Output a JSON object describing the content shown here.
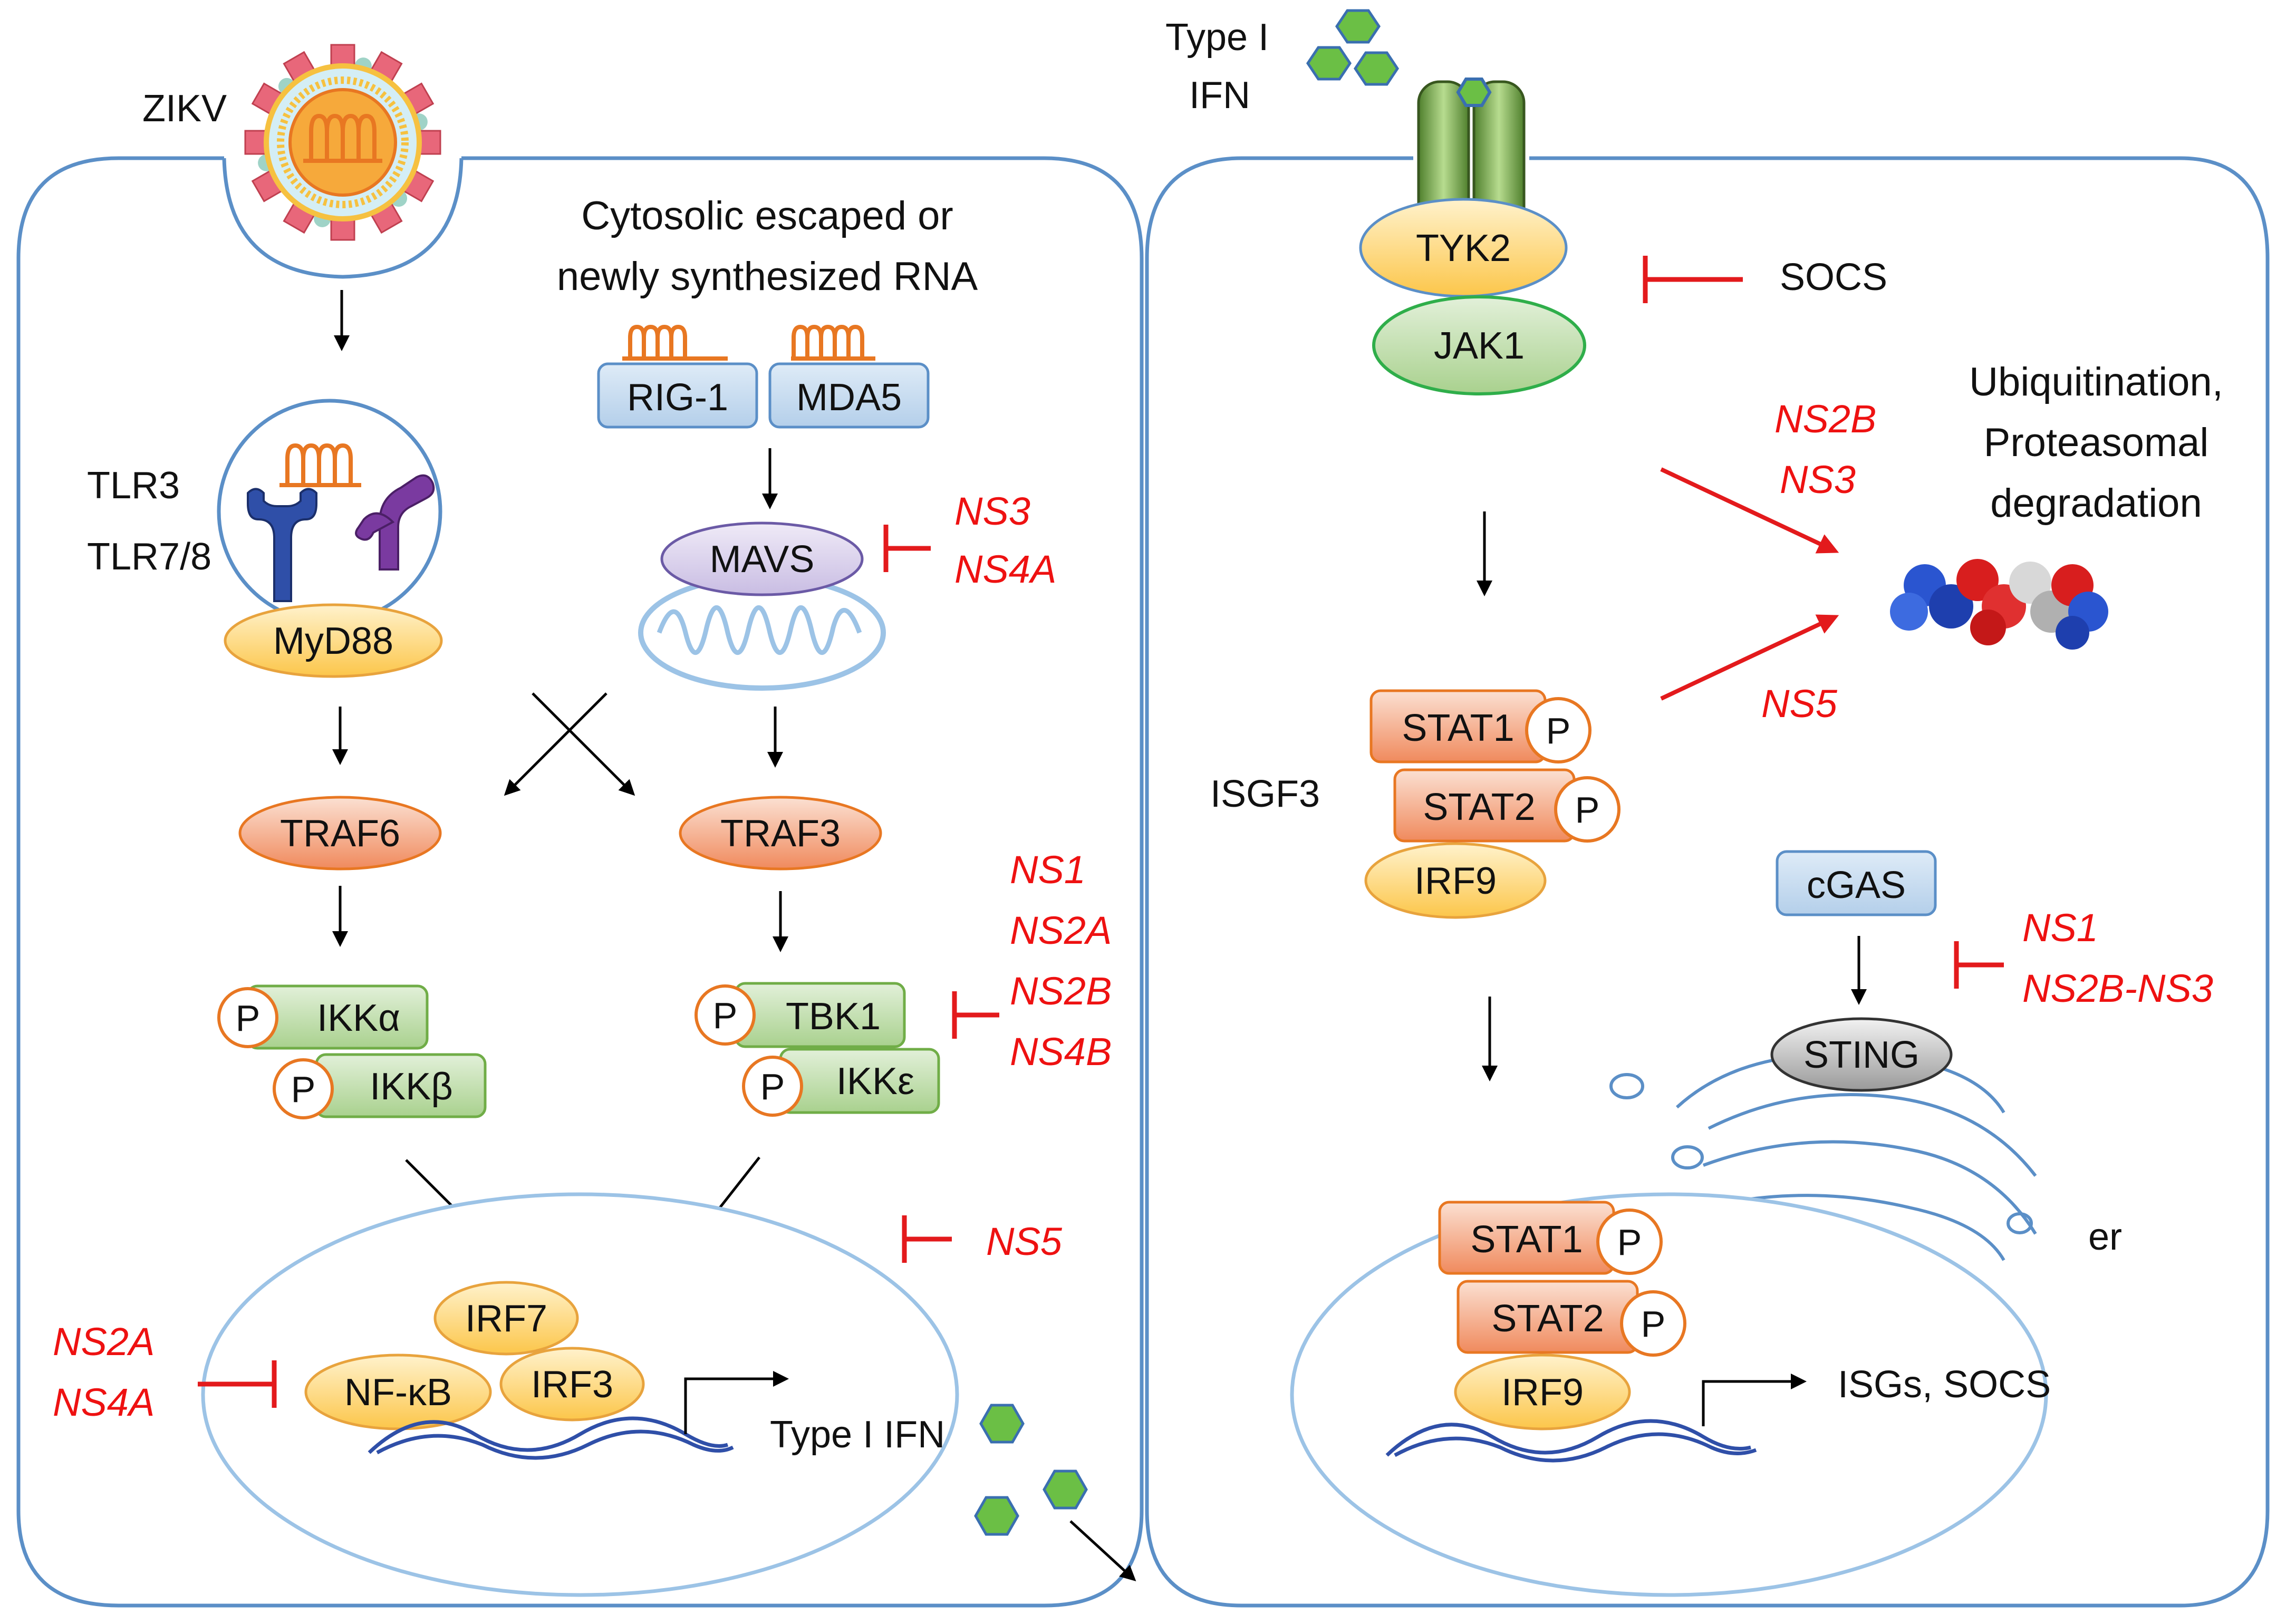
{
  "colors": {
    "membrane": "#5b8fc7",
    "nucleus": "#9cc3e6",
    "inhibitor": "#e31a1c",
    "inhibitor_text": "#ee1111",
    "tlr_blue": "#2f4fa8",
    "tlr_purple": "#7a3aa0",
    "rna_orange": "#e87722",
    "green_box": "#c6e0b4",
    "salmon": "#f4a582",
    "yellow": "#fcd36b",
    "blue_box": "#bdd7ee",
    "ifn_hex": "#6bbf45"
  },
  "left_cell": {
    "zikv": "ZIKV",
    "tlr3": "TLR3",
    "tlr78": "TLR7/8",
    "myd88": "MyD88",
    "rna_line1": "Cytosolic escaped or",
    "rna_line2": "newly synthesized RNA",
    "rig1": "RIG-1",
    "mda5": "MDA5",
    "mavs": "MAVS",
    "traf6": "TRAF6",
    "traf3": "TRAF3",
    "ikka": "IKKα",
    "ikkb": "IKKβ",
    "tbk1": "TBK1",
    "ikke": "IKKε",
    "p": "P",
    "irf7": "IRF7",
    "nfkb": "NF-κB",
    "irf3": "IRF3",
    "type1ifn": "Type I IFN"
  },
  "left_inhibitors": {
    "mavs": [
      "NS3",
      "NS4A"
    ],
    "tbk1": [
      "NS1",
      "NS2A",
      "NS2B",
      "NS4B"
    ],
    "nucleus_entry": [
      "NS5"
    ],
    "nfkb": [
      "NS2A",
      "NS4A"
    ]
  },
  "right_cell": {
    "type1_line1": "Type I",
    "type1_line2": "IFN",
    "tyk2": "TYK2",
    "jak1": "JAK1",
    "socs": "SOCS",
    "ubiq_line1": "Ubiquitination,",
    "ubiq_line2": "Proteasomal",
    "ubiq_line3": "degradation",
    "isgf3": "ISGF3",
    "stat1": "STAT1",
    "stat2": "STAT2",
    "irf9": "IRF9",
    "p": "P",
    "cgas": "cGAS",
    "sting": "STING",
    "er": "er",
    "isgs": "ISGs, SOCS"
  },
  "right_inhibitors": {
    "proteasome_a": [
      "NS2B",
      "NS3"
    ],
    "proteasome_b": [
      "NS5"
    ],
    "sting": [
      "NS1",
      "NS2B-NS3"
    ]
  }
}
